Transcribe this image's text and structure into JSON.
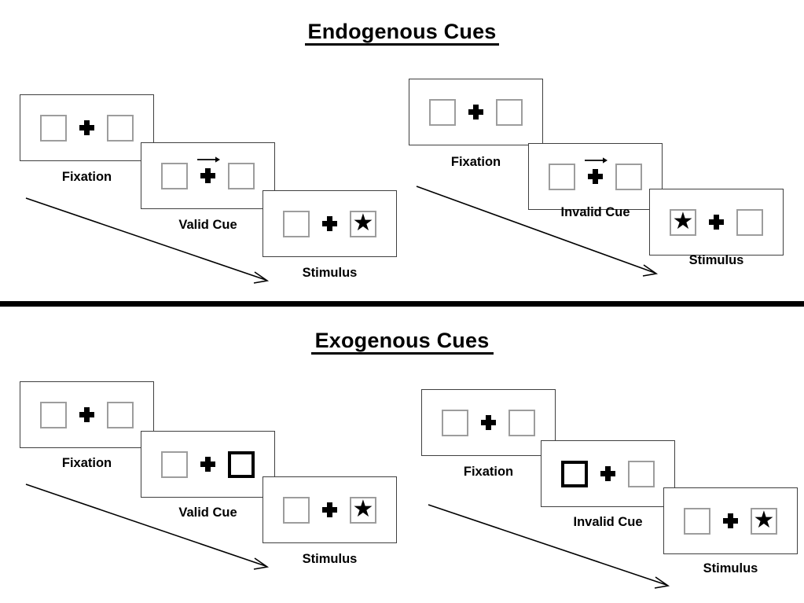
{
  "sections": [
    {
      "id": "endogenous",
      "title": "Endogenous Cues",
      "conditions": [
        {
          "id": "endogenous-valid",
          "frames": [
            {
              "caption": "Fixation",
              "left_box": {
                "content": "empty",
                "cued": false
              },
              "right_box": {
                "content": "empty",
                "cued": false
              },
              "arrow_cue": "none"
            },
            {
              "caption": "Valid Cue",
              "left_box": {
                "content": "empty",
                "cued": false
              },
              "right_box": {
                "content": "empty",
                "cued": false
              },
              "arrow_cue": "right"
            },
            {
              "caption": "Stimulus",
              "left_box": {
                "content": "empty",
                "cued": false
              },
              "right_box": {
                "content": "star",
                "cued": false
              },
              "arrow_cue": "none"
            }
          ]
        },
        {
          "id": "endogenous-invalid",
          "frames": [
            {
              "caption": "Fixation",
              "left_box": {
                "content": "empty",
                "cued": false
              },
              "right_box": {
                "content": "empty",
                "cued": false
              },
              "arrow_cue": "none"
            },
            {
              "caption": "Invalid Cue",
              "left_box": {
                "content": "empty",
                "cued": false
              },
              "right_box": {
                "content": "empty",
                "cued": false
              },
              "arrow_cue": "right"
            },
            {
              "caption": "Stimulus",
              "left_box": {
                "content": "star",
                "cued": false
              },
              "right_box": {
                "content": "empty",
                "cued": false
              },
              "arrow_cue": "none"
            }
          ]
        }
      ]
    },
    {
      "id": "exogenous",
      "title": "Exogenous Cues",
      "conditions": [
        {
          "id": "exogenous-valid",
          "frames": [
            {
              "caption": "Fixation",
              "left_box": {
                "content": "empty",
                "cued": false
              },
              "right_box": {
                "content": "empty",
                "cued": false
              },
              "arrow_cue": "none"
            },
            {
              "caption": "Valid Cue",
              "left_box": {
                "content": "empty",
                "cued": false
              },
              "right_box": {
                "content": "empty",
                "cued": true
              },
              "arrow_cue": "none"
            },
            {
              "caption": "Stimulus",
              "left_box": {
                "content": "empty",
                "cued": false
              },
              "right_box": {
                "content": "star",
                "cued": false
              },
              "arrow_cue": "none"
            }
          ]
        },
        {
          "id": "exogenous-invalid",
          "frames": [
            {
              "caption": "Fixation",
              "left_box": {
                "content": "empty",
                "cued": false
              },
              "right_box": {
                "content": "empty",
                "cued": false
              },
              "arrow_cue": "none"
            },
            {
              "caption": "Invalid Cue",
              "left_box": {
                "content": "empty",
                "cued": true
              },
              "right_box": {
                "content": "empty",
                "cued": false
              },
              "arrow_cue": "none"
            },
            {
              "caption": "Stimulus",
              "left_box": {
                "content": "empty",
                "cued": false
              },
              "right_box": {
                "content": "star",
                "cued": false
              },
              "arrow_cue": "none"
            }
          ]
        }
      ]
    }
  ],
  "glyphs": {
    "star": "★"
  },
  "colors": {
    "frame_border": "#3f3f3f",
    "box_border": "#9d9d9d",
    "cued_box_border": "#000000",
    "ink": "#000000",
    "background": "#ffffff"
  }
}
